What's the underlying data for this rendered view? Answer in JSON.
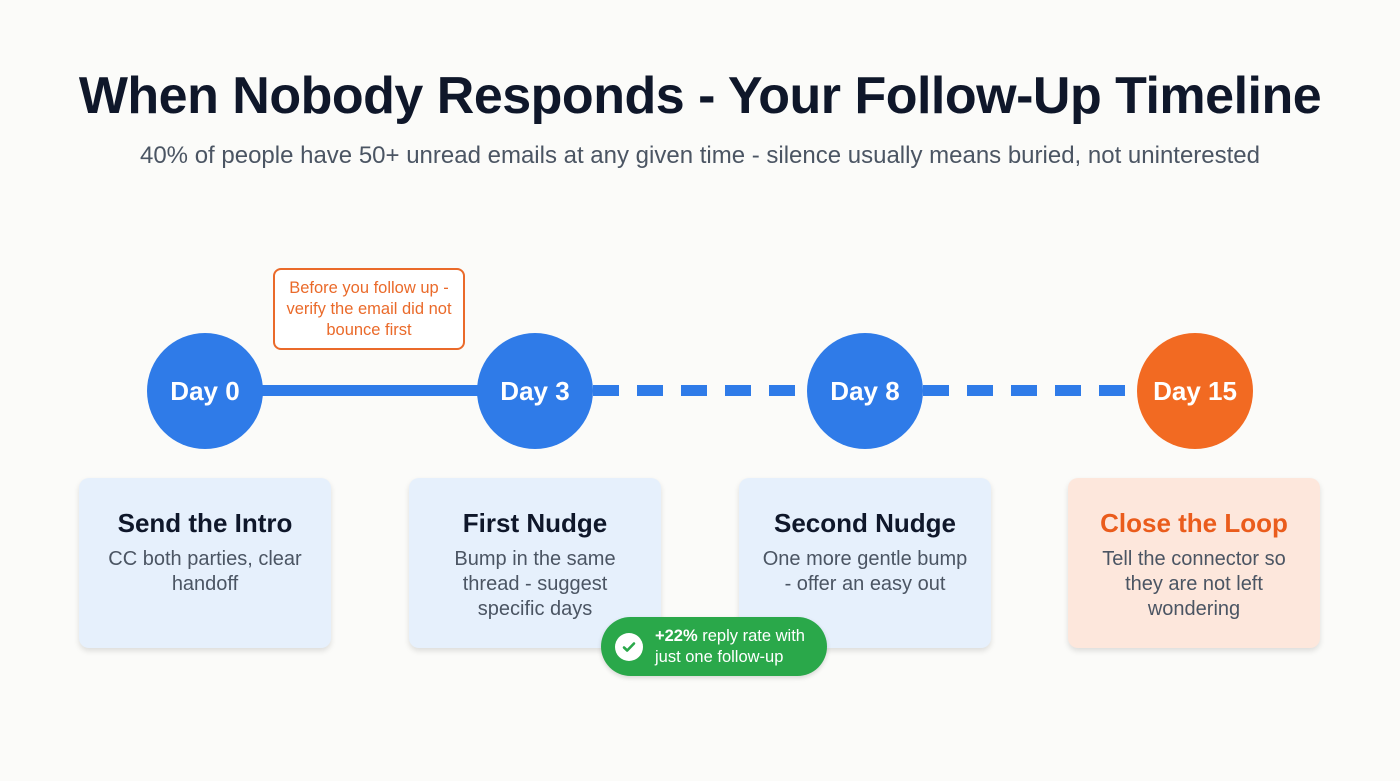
{
  "title": "When Nobody Responds - Your Follow-Up Timeline",
  "subtitle": "40% of people have 50+ unread emails at any given time - silence usually means buried, not uninterested",
  "colors": {
    "blue": "#2f7be8",
    "orange": "#f26a22",
    "green": "#2aa84a"
  },
  "steps": [
    {
      "day": "Day 0",
      "title": "Send the Intro",
      "text": "CC both parties, clear handoff"
    },
    {
      "day": "Day 3",
      "title": "First Nudge",
      "text": "Bump in the same thread - suggest specific days"
    },
    {
      "day": "Day 8",
      "title": "Second Nudge",
      "text": "One more gentle bump - offer an easy out"
    },
    {
      "day": "Day 15",
      "title": "Close the Loop",
      "text": "Tell the connector so they are not left wondering"
    }
  ],
  "callout": "Before you follow up - verify the email did not bounce first",
  "badge": {
    "icon": "check-circle-icon",
    "highlight": "+22%",
    "text": " reply rate with just one follow-up"
  }
}
